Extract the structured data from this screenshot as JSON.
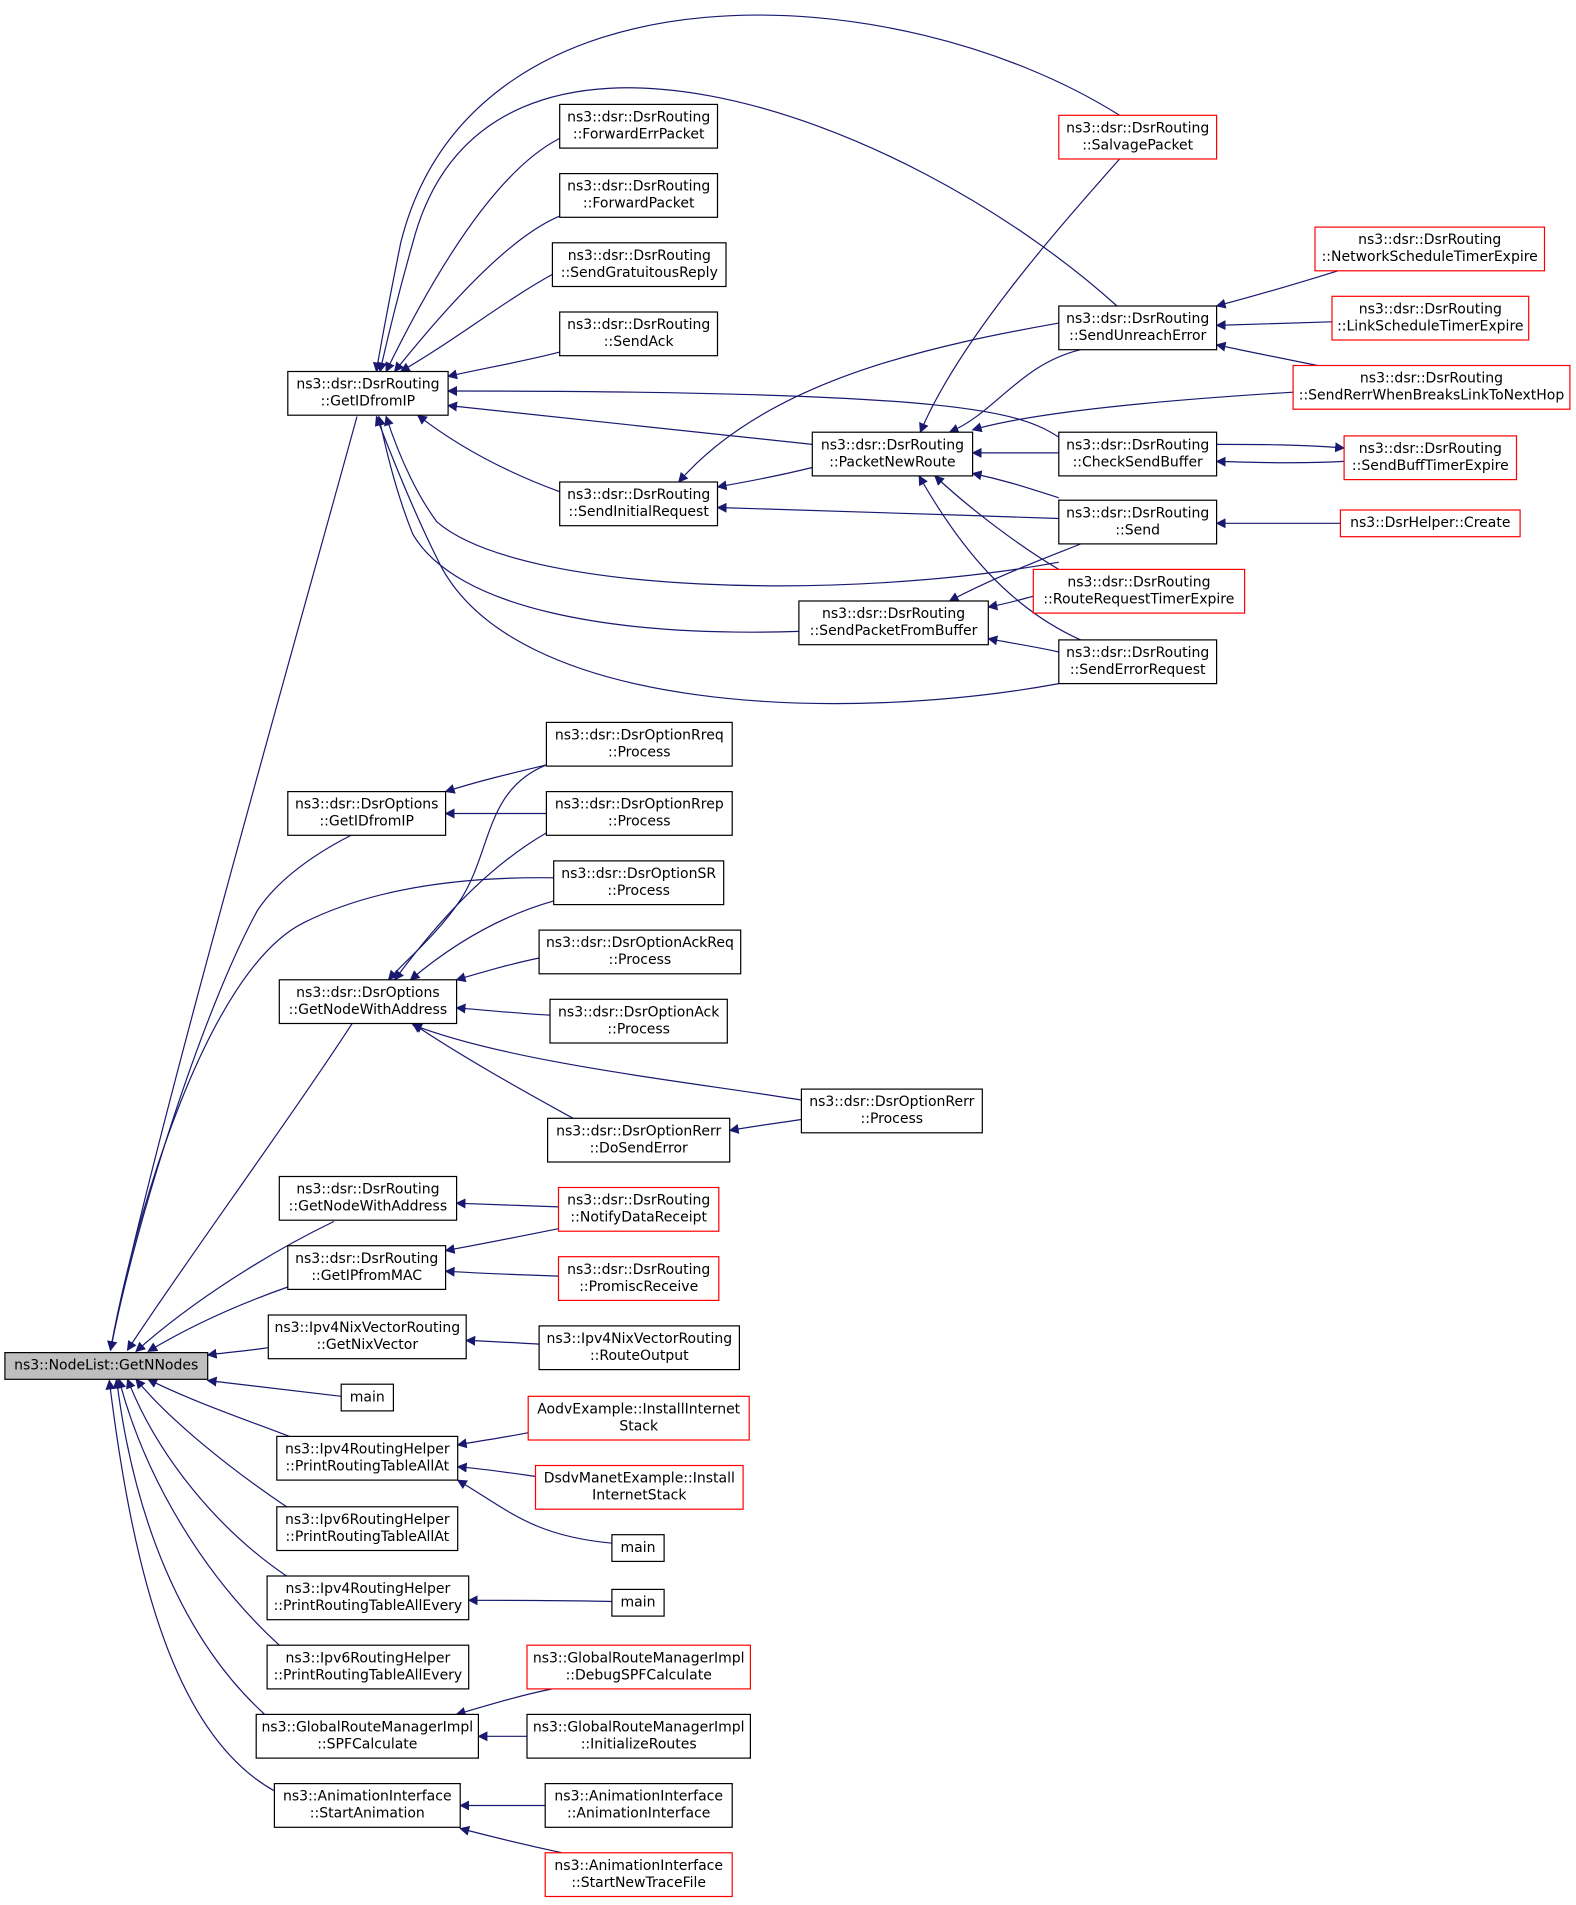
{
  "colors": {
    "edge": "#191970",
    "border_normal": "#000000",
    "border_truncated": "#ff0000",
    "fill_root": "#bfbfbf",
    "fill_node": "#ffffff"
  },
  "nodes": [
    {
      "id": "root",
      "lines": [
        "ns3::NodeList::GetNNodes"
      ],
      "style": "root"
    },
    {
      "id": "r_getid",
      "lines": [
        "ns3::dsr::DsrRouting",
        "::GetIDfromIP"
      ],
      "style": "normal"
    },
    {
      "id": "fwderr",
      "lines": [
        "ns3::dsr::DsrRouting",
        "::ForwardErrPacket"
      ],
      "style": "normal"
    },
    {
      "id": "fwdpkt",
      "lines": [
        "ns3::dsr::DsrRouting",
        "::ForwardPacket"
      ],
      "style": "normal"
    },
    {
      "id": "gratuitous",
      "lines": [
        "ns3::dsr::DsrRouting",
        "::SendGratuitousReply"
      ],
      "style": "normal"
    },
    {
      "id": "sendack",
      "lines": [
        "ns3::dsr::DsrRouting",
        "::SendAck"
      ],
      "style": "normal"
    },
    {
      "id": "initreq",
      "lines": [
        "ns3::dsr::DsrRouting",
        "::SendInitialRequest"
      ],
      "style": "normal"
    },
    {
      "id": "salvage",
      "lines": [
        "ns3::dsr::DsrRouting",
        "::SalvagePacket"
      ],
      "style": "truncated"
    },
    {
      "id": "unreach",
      "lines": [
        "ns3::dsr::DsrRouting",
        "::SendUnreachError"
      ],
      "style": "normal"
    },
    {
      "id": "netsched",
      "lines": [
        "ns3::dsr::DsrRouting",
        "::NetworkScheduleTimerExpire"
      ],
      "style": "truncated"
    },
    {
      "id": "linksched",
      "lines": [
        "ns3::dsr::DsrRouting",
        "::LinkScheduleTimerExpire"
      ],
      "style": "truncated"
    },
    {
      "id": "rerrbreak",
      "lines": [
        "ns3::dsr::DsrRouting",
        "::SendRerrWhenBreaksLinkToNextHop"
      ],
      "style": "truncated"
    },
    {
      "id": "newroute",
      "lines": [
        "ns3::dsr::DsrRouting",
        "::PacketNewRoute"
      ],
      "style": "normal"
    },
    {
      "id": "checkbuf",
      "lines": [
        "ns3::dsr::DsrRouting",
        "::CheckSendBuffer"
      ],
      "style": "normal"
    },
    {
      "id": "bufftimer",
      "lines": [
        "ns3::dsr::DsrRouting",
        "::SendBuffTimerExpire"
      ],
      "style": "truncated"
    },
    {
      "id": "send",
      "lines": [
        "ns3::dsr::DsrRouting",
        "::Send"
      ],
      "style": "normal"
    },
    {
      "id": "helpercreate",
      "lines": [
        "ns3::DsrHelper::Create"
      ],
      "style": "truncated"
    },
    {
      "id": "rreqtimer",
      "lines": [
        "ns3::dsr::DsrRouting",
        "::RouteRequestTimerExpire"
      ],
      "style": "truncated"
    },
    {
      "id": "fromBuffer",
      "lines": [
        "ns3::dsr::DsrRouting",
        "::SendPacketFromBuffer"
      ],
      "style": "normal"
    },
    {
      "id": "errreq",
      "lines": [
        "ns3::dsr::DsrRouting",
        "::SendErrorRequest"
      ],
      "style": "normal"
    },
    {
      "id": "o_getid",
      "lines": [
        "ns3::dsr::DsrOptions",
        "::GetIDfromIP"
      ],
      "style": "normal"
    },
    {
      "id": "rreq",
      "lines": [
        "ns3::dsr::DsrOptionRreq",
        "::Process"
      ],
      "style": "normal"
    },
    {
      "id": "rrep",
      "lines": [
        "ns3::dsr::DsrOptionRrep",
        "::Process"
      ],
      "style": "normal"
    },
    {
      "id": "sr",
      "lines": [
        "ns3::dsr::DsrOptionSR",
        "::Process"
      ],
      "style": "normal"
    },
    {
      "id": "o_getnode",
      "lines": [
        "ns3::dsr::DsrOptions",
        "::GetNodeWithAddress"
      ],
      "style": "normal"
    },
    {
      "id": "ackreq",
      "lines": [
        "ns3::dsr::DsrOptionAckReq",
        "::Process"
      ],
      "style": "normal"
    },
    {
      "id": "ack",
      "lines": [
        "ns3::dsr::DsrOptionAck",
        "::Process"
      ],
      "style": "normal"
    },
    {
      "id": "rerrproc",
      "lines": [
        "ns3::dsr::DsrOptionRerr",
        "::Process"
      ],
      "style": "normal"
    },
    {
      "id": "dosenderr",
      "lines": [
        "ns3::dsr::DsrOptionRerr",
        "::DoSendError"
      ],
      "style": "normal"
    },
    {
      "id": "r_getnode",
      "lines": [
        "ns3::dsr::DsrRouting",
        "::GetNodeWithAddress"
      ],
      "style": "normal"
    },
    {
      "id": "notify",
      "lines": [
        "ns3::dsr::DsrRouting",
        "::NotifyDataReceipt"
      ],
      "style": "truncated"
    },
    {
      "id": "getipmac",
      "lines": [
        "ns3::dsr::DsrRouting",
        "::GetIPfromMAC"
      ],
      "style": "normal"
    },
    {
      "id": "promisc",
      "lines": [
        "ns3::dsr::DsrRouting",
        "::PromiscReceive"
      ],
      "style": "truncated"
    },
    {
      "id": "nixvec",
      "lines": [
        "ns3::Ipv4NixVectorRouting",
        "::GetNixVector"
      ],
      "style": "normal"
    },
    {
      "id": "routeout",
      "lines": [
        "ns3::Ipv4NixVectorRouting",
        "::RouteOutput"
      ],
      "style": "normal"
    },
    {
      "id": "main1",
      "lines": [
        "main"
      ],
      "style": "normal"
    },
    {
      "id": "v4allat",
      "lines": [
        "ns3::Ipv4RoutingHelper",
        "::PrintRoutingTableAllAt"
      ],
      "style": "normal"
    },
    {
      "id": "aodv",
      "lines": [
        "AodvExample::InstallInternet",
        "Stack"
      ],
      "style": "truncated"
    },
    {
      "id": "dsdv",
      "lines": [
        "DsdvManetExample::Install",
        "InternetStack"
      ],
      "style": "truncated"
    },
    {
      "id": "main2",
      "lines": [
        "main"
      ],
      "style": "normal"
    },
    {
      "id": "v6allat",
      "lines": [
        "ns3::Ipv6RoutingHelper",
        "::PrintRoutingTableAllAt"
      ],
      "style": "normal"
    },
    {
      "id": "v4every",
      "lines": [
        "ns3::Ipv4RoutingHelper",
        "::PrintRoutingTableAllEvery"
      ],
      "style": "normal"
    },
    {
      "id": "main3",
      "lines": [
        "main"
      ],
      "style": "normal"
    },
    {
      "id": "v6every",
      "lines": [
        "ns3::Ipv6RoutingHelper",
        "::PrintRoutingTableAllEvery"
      ],
      "style": "normal"
    },
    {
      "id": "debugspf",
      "lines": [
        "ns3::GlobalRouteManagerImpl",
        "::DebugSPFCalculate"
      ],
      "style": "truncated"
    },
    {
      "id": "spf",
      "lines": [
        "ns3::GlobalRouteManagerImpl",
        "::SPFCalculate"
      ],
      "style": "normal"
    },
    {
      "id": "initroutes",
      "lines": [
        "ns3::GlobalRouteManagerImpl",
        "::InitializeRoutes"
      ],
      "style": "normal"
    },
    {
      "id": "startanim",
      "lines": [
        "ns3::AnimationInterface",
        "::StartAnimation"
      ],
      "style": "normal"
    },
    {
      "id": "animif",
      "lines": [
        "ns3::AnimationInterface",
        "::AnimationInterface"
      ],
      "style": "normal"
    },
    {
      "id": "newtrace",
      "lines": [
        "ns3::AnimationInterface",
        "::StartNewTraceFile"
      ],
      "style": "truncated"
    }
  ],
  "edges": [
    [
      "r_getid",
      "root"
    ],
    [
      "o_getid",
      "root"
    ],
    [
      "sr",
      "root"
    ],
    [
      "o_getnode",
      "root"
    ],
    [
      "r_getnode",
      "root"
    ],
    [
      "getipmac",
      "root"
    ],
    [
      "nixvec",
      "root"
    ],
    [
      "main1",
      "root"
    ],
    [
      "v4allat",
      "root"
    ],
    [
      "v6allat",
      "root"
    ],
    [
      "v4every",
      "root"
    ],
    [
      "v6every",
      "root"
    ],
    [
      "spf",
      "root"
    ],
    [
      "startanim",
      "root"
    ],
    [
      "salvage",
      "r_getid"
    ],
    [
      "unreach",
      "r_getid"
    ],
    [
      "fwderr",
      "r_getid"
    ],
    [
      "fwdpkt",
      "r_getid"
    ],
    [
      "gratuitous",
      "r_getid"
    ],
    [
      "sendack",
      "r_getid"
    ],
    [
      "checkbuf",
      "r_getid"
    ],
    [
      "newroute",
      "r_getid"
    ],
    [
      "initreq",
      "r_getid"
    ],
    [
      "send",
      "r_getid"
    ],
    [
      "fromBuffer",
      "r_getid"
    ],
    [
      "errreq",
      "r_getid"
    ],
    [
      "unreach",
      "initreq"
    ],
    [
      "newroute",
      "initreq"
    ],
    [
      "send",
      "initreq"
    ],
    [
      "salvage",
      "newroute"
    ],
    [
      "unreach",
      "newroute"
    ],
    [
      "rerrbreak",
      "newroute"
    ],
    [
      "checkbuf",
      "newroute"
    ],
    [
      "send",
      "newroute"
    ],
    [
      "rreqtimer",
      "newroute"
    ],
    [
      "errreq",
      "newroute"
    ],
    [
      "netsched",
      "unreach"
    ],
    [
      "linksched",
      "unreach"
    ],
    [
      "rerrbreak",
      "unreach"
    ],
    [
      "bufftimer",
      "checkbuf"
    ],
    [
      "checkbuf",
      "bufftimer"
    ],
    [
      "helpercreate",
      "send"
    ],
    [
      "send",
      "fromBuffer"
    ],
    [
      "rreqtimer",
      "fromBuffer"
    ],
    [
      "errreq",
      "fromBuffer"
    ],
    [
      "rreq",
      "o_getid"
    ],
    [
      "rrep",
      "o_getid"
    ],
    [
      "rreq",
      "o_getnode"
    ],
    [
      "rrep",
      "o_getnode"
    ],
    [
      "sr",
      "o_getnode"
    ],
    [
      "ackreq",
      "o_getnode"
    ],
    [
      "ack",
      "o_getnode"
    ],
    [
      "rerrproc",
      "o_getnode"
    ],
    [
      "dosenderr",
      "o_getnode"
    ],
    [
      "rerrproc",
      "dosenderr"
    ],
    [
      "notify",
      "r_getnode"
    ],
    [
      "notify",
      "getipmac"
    ],
    [
      "promisc",
      "getipmac"
    ],
    [
      "routeout",
      "nixvec"
    ],
    [
      "aodv",
      "v4allat"
    ],
    [
      "dsdv",
      "v4allat"
    ],
    [
      "main2",
      "v4allat"
    ],
    [
      "main3",
      "v4every"
    ],
    [
      "debugspf",
      "spf"
    ],
    [
      "initroutes",
      "spf"
    ],
    [
      "animif",
      "startanim"
    ],
    [
      "newtrace",
      "startanim"
    ]
  ]
}
